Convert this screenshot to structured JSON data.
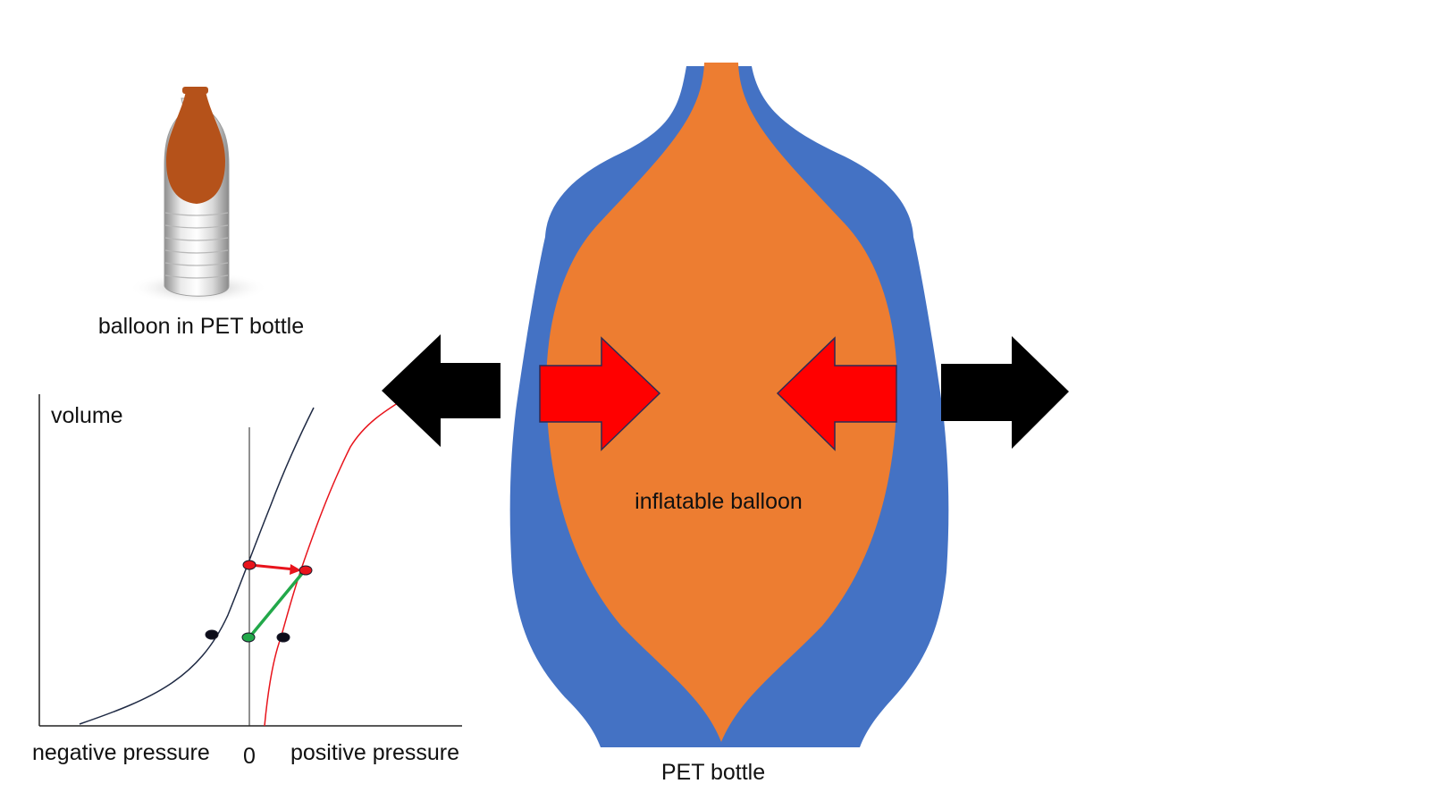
{
  "photo": {
    "caption": "balloon in PET bottle",
    "balloon_color": "#b5521a"
  },
  "graph": {
    "y_axis_label": "volume",
    "x_negative_label": "negative pressure",
    "x_zero_label": "0",
    "x_positive_label": "positive pressure",
    "curve_colors": {
      "bottle": "#1f2a44",
      "balloon": "#e8141c"
    },
    "marker_colors": {
      "red": "#e8141c",
      "green": "#22a84a",
      "black": "#0d0d1a"
    },
    "arrow_colors": {
      "red": "#e8141c",
      "green": "#22a84a"
    }
  },
  "diagram": {
    "balloon_label": "inflatable balloon",
    "bottle_label": "PET bottle",
    "bottle_color": "#4472c4",
    "balloon_color": "#ed7d31",
    "inward_arrow_color": "#ff0000",
    "outward_arrow_color": "#000000"
  }
}
